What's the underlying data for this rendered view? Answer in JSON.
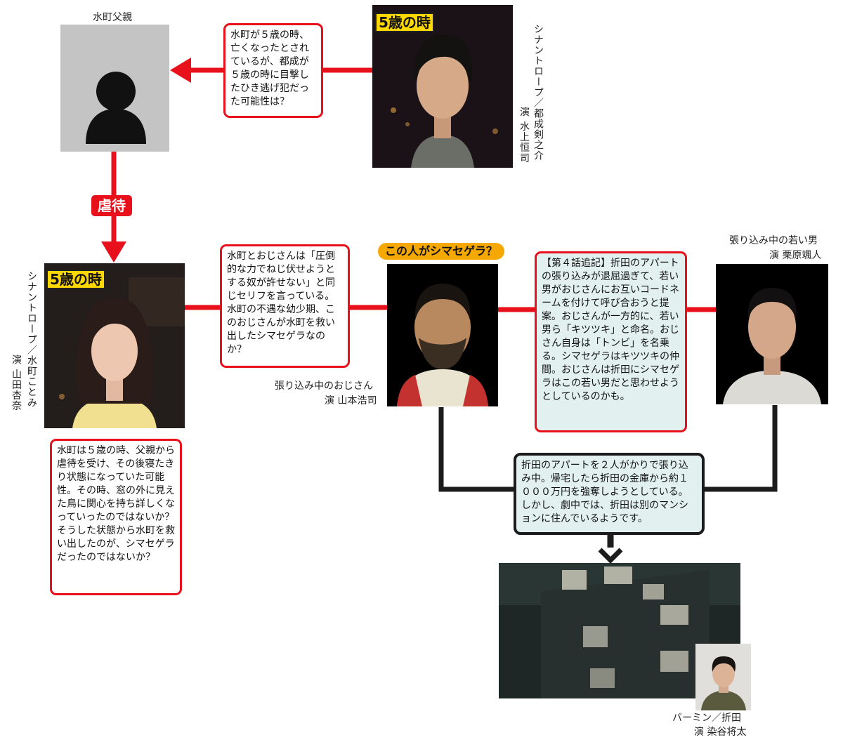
{
  "father": {
    "label": "水町父親"
  },
  "young_tsunari": {
    "badge": "5歳の時",
    "role": "シナントロープ／都成剣之介",
    "actor": "演 水上恒司"
  },
  "note_father": "水町が５歳の時、亡くなったとされているが、都成が５歳の時に目撃したひき逃げ犯だった可能性は？",
  "abuse_label": "虐待",
  "mizumachi": {
    "badge": "5歳の時",
    "role": "シナントロープ／水町ことみ",
    "actor": "演 山田杏奈"
  },
  "note_middle": "水町とおじさんは「圧倒的な力でねじ伏せようとする奴が許せない」と同じセリフを言っている。水町の不遇な幼少期、このおじさんが水町を救い出したシマセゲラなのか？",
  "ojisan": {
    "question": "この人がシマセゲラ？",
    "role": "張り込み中のおじさん",
    "actor": "演 山本浩司"
  },
  "note_episode4": "【第４話追記】折田のアパートの張り込みが退屈過ぎて、若い男がおじさんにお互いコードネームを付けて呼び合おうと提案。おじさんが一方的に、若い男ら「キツツキ」と命名。おじさん自身は「トンビ」を名乗る。シマセゲラはキツツキの仲間。おじさんは折田にシマセゲラはこの若い男だと思わせようとしているのかも。",
  "young_man": {
    "role": "張り込み中の若い男",
    "actor": "演 栗原颯人"
  },
  "note_mizumachi": "水町は５歳の時、父親から虐待を受け、その後寝たきり状態になっていた可能性。その時、窓の外に見えた鳥に関心を持ち詳しくなっていったのではないか？そうした状態から水町を救い出したのが、シマセゲラだったのではないか？",
  "note_stakeout": "折田のアパートを２人がかりで張り込み中。帰宅したら折田の金庫から約１０００万円を強奪しようとしている。しかし、劇中では、折田は別のマンションに住んでいるようです。",
  "orita": {
    "role": "バーミン／折田",
    "actor": "演 染谷将太"
  },
  "colors": {
    "red": "#e8101a",
    "dark": "#1c1c1c",
    "teal_box": "#e2f1ef",
    "badge_yellow": "#ffd800",
    "pill_orange": "#f5a800"
  }
}
